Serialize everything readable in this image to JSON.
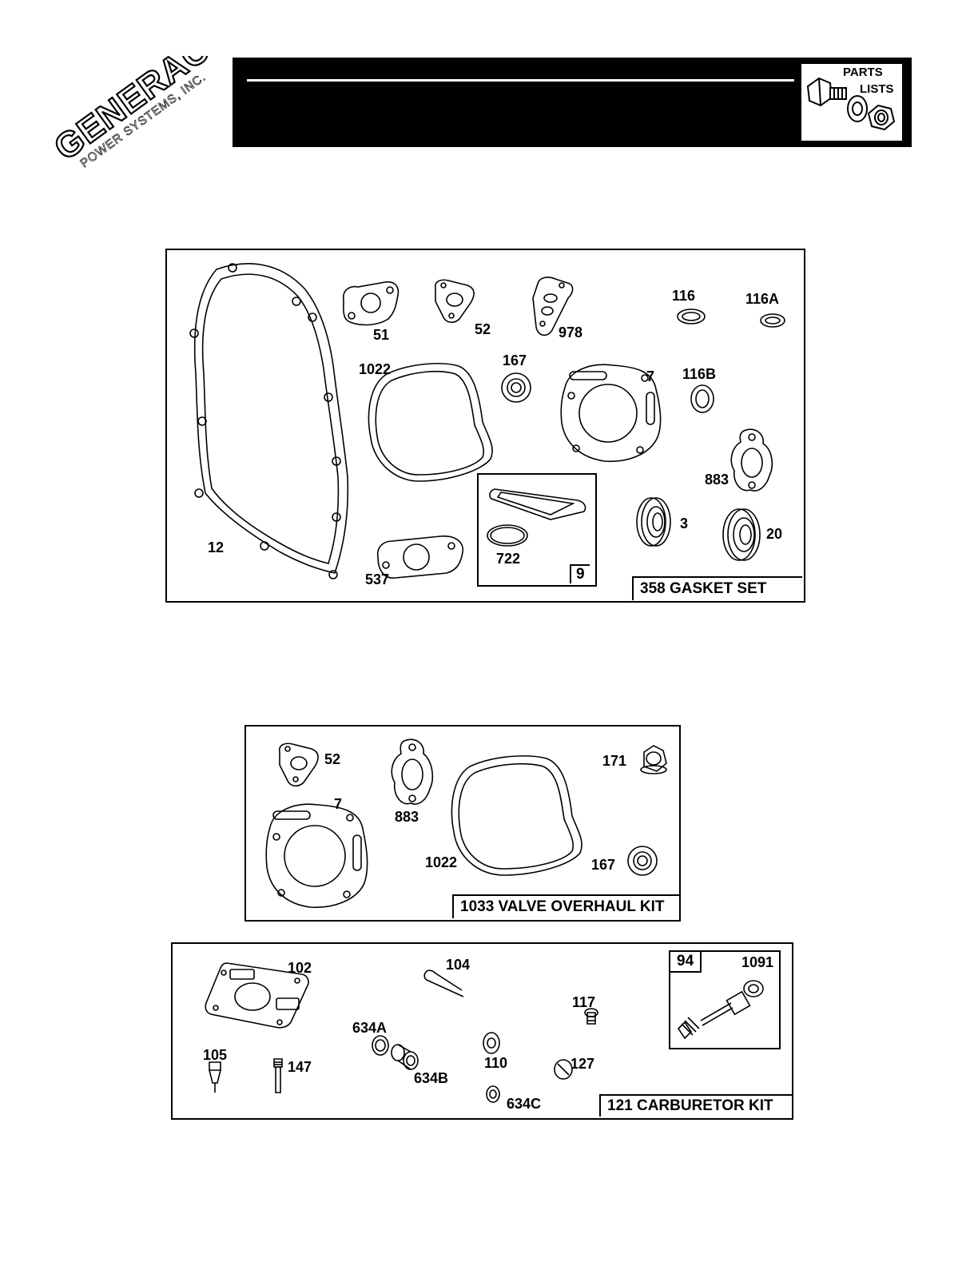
{
  "brand": {
    "name": "GENERAC",
    "registered": "®",
    "tagline": "POWER SYSTEMS, INC."
  },
  "header": {
    "badge_line1": "PARTS",
    "badge_line2": "LISTS"
  },
  "gasket_set": {
    "kit_label": "358 GASKET SET",
    "subkit_label": "9",
    "parts": {
      "p12": "12",
      "p51": "51",
      "p52": "52",
      "p978": "978",
      "p116": "116",
      "p116a": "116A",
      "p1022": "1022",
      "p167": "167",
      "p7": "7",
      "p116b": "116B",
      "p883": "883",
      "p3": "3",
      "p20": "20",
      "p537": "537",
      "p722": "722"
    }
  },
  "valve_kit": {
    "kit_label": "1033 VALVE OVERHAUL KIT",
    "parts": {
      "p52": "52",
      "p7": "7",
      "p883": "883",
      "p1022": "1022",
      "p171": "171",
      "p167": "167"
    }
  },
  "carb_kit": {
    "kit_label": "121 CARBURETOR KIT",
    "subkit_label": "94",
    "parts": {
      "p102": "102",
      "p104": "104",
      "p117": "117",
      "p1091": "1091",
      "p634a": "634A",
      "p110": "110",
      "p127": "127",
      "p105": "105",
      "p147": "147",
      "p634b": "634B",
      "p634c": "634C"
    }
  }
}
